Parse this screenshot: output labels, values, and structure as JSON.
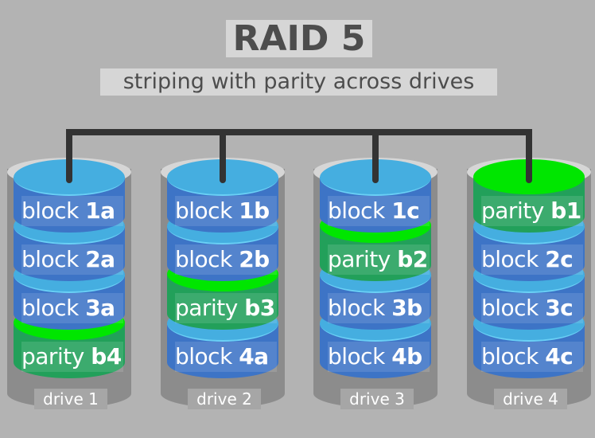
{
  "title": "RAID 5",
  "subtitle": "striping with parity across drives",
  "colors": {
    "data_block": "#3d74c6",
    "parity_block": "#22a05a"
  },
  "drives": [
    {
      "label": "drive 1",
      "blocks": [
        {
          "type": "block",
          "word": "block",
          "id": "1a"
        },
        {
          "type": "block",
          "word": "block",
          "id": "2a"
        },
        {
          "type": "block",
          "word": "block",
          "id": "3a"
        },
        {
          "type": "parity",
          "word": "parity",
          "id": "b4"
        }
      ]
    },
    {
      "label": "drive 2",
      "blocks": [
        {
          "type": "block",
          "word": "block",
          "id": "1b"
        },
        {
          "type": "block",
          "word": "block",
          "id": "2b"
        },
        {
          "type": "parity",
          "word": "parity",
          "id": "b3"
        },
        {
          "type": "block",
          "word": "block",
          "id": "4a"
        }
      ]
    },
    {
      "label": "drive 3",
      "blocks": [
        {
          "type": "block",
          "word": "block",
          "id": "1c"
        },
        {
          "type": "parity",
          "word": "parity",
          "id": "b2"
        },
        {
          "type": "block",
          "word": "block",
          "id": "3b"
        },
        {
          "type": "block",
          "word": "block",
          "id": "4b"
        }
      ]
    },
    {
      "label": "drive 4",
      "blocks": [
        {
          "type": "parity",
          "word": "parity",
          "id": "b1"
        },
        {
          "type": "block",
          "word": "block",
          "id": "2c"
        },
        {
          "type": "block",
          "word": "block",
          "id": "3c"
        },
        {
          "type": "block",
          "word": "block",
          "id": "4c"
        }
      ]
    }
  ]
}
